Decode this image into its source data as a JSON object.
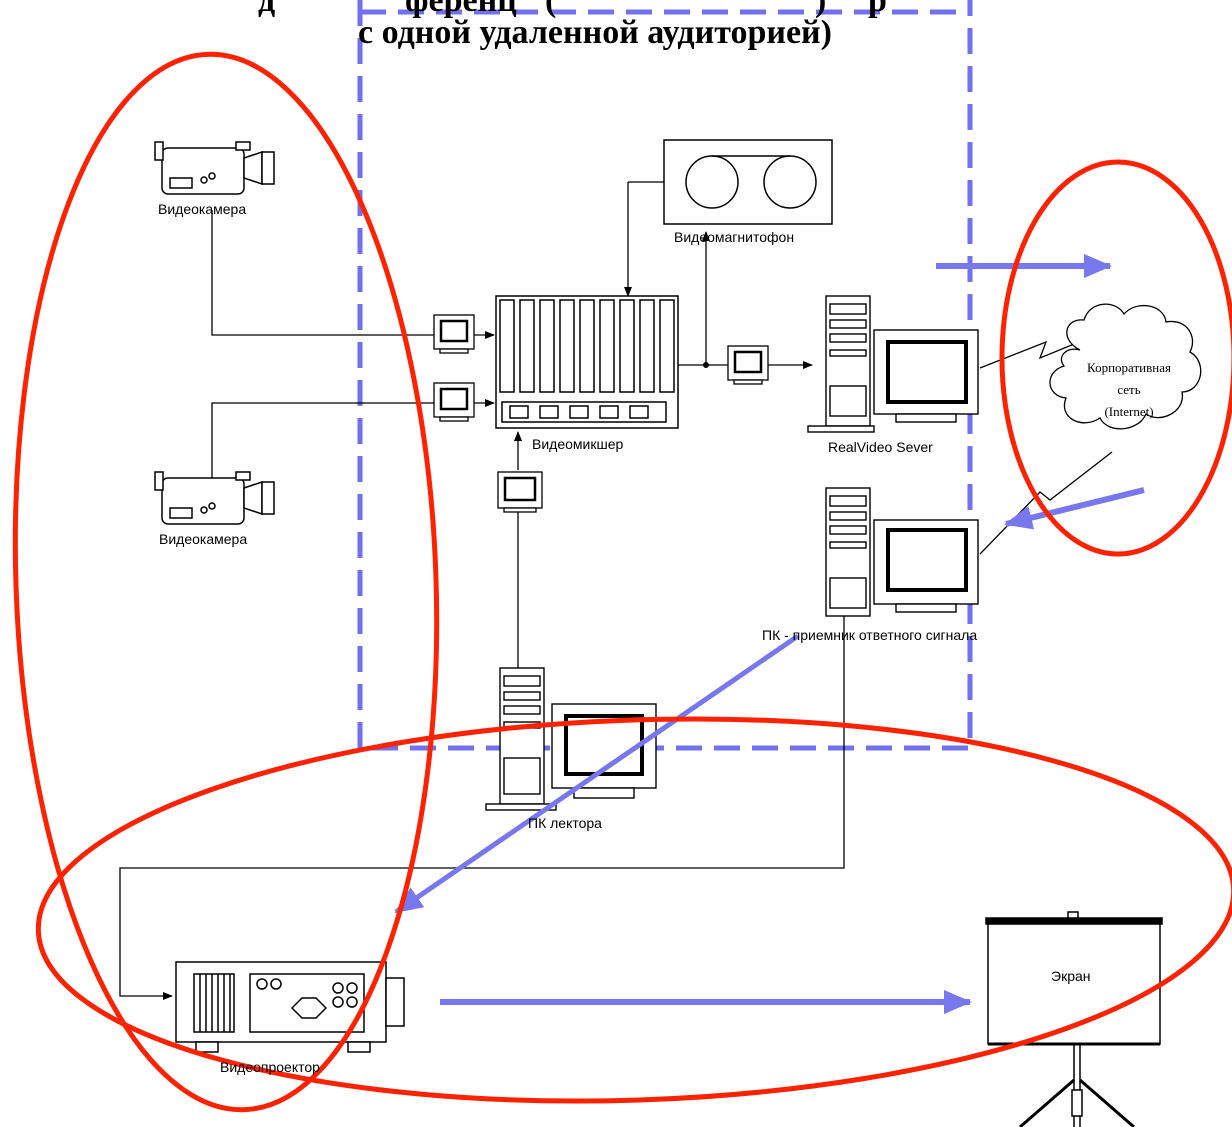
{
  "title": {
    "line1_visible_fragment_a": "д",
    "line1_visible_fragment_b": "ференц",
    "line1_visible_fragment_c": "(",
    "line1_visible_fragment_d": ") ",
    "line1_visible_fragment_e": "р",
    "line2": "с одной удаленной аудиторией)"
  },
  "nodes": {
    "camera1": "Видеокамера",
    "camera2": "Видеокамера",
    "vcr": "Видеомагнитофон",
    "mixer": "Видеомикшер",
    "realvideo": "RealVideo Sever",
    "network_line1": "Корпоративная",
    "network_line2": "сеть",
    "network_line3": "(Internet)",
    "receiver_pc": "ПК - приемник ответного сигнала",
    "lecturer_pc": "ПК лектора",
    "projector": "Видеопроектор",
    "screen": "Экран"
  },
  "colors": {
    "ellipse": "#ff2200",
    "arrow": "#7777ee",
    "dash": "#7070f0",
    "line": "#000000"
  }
}
